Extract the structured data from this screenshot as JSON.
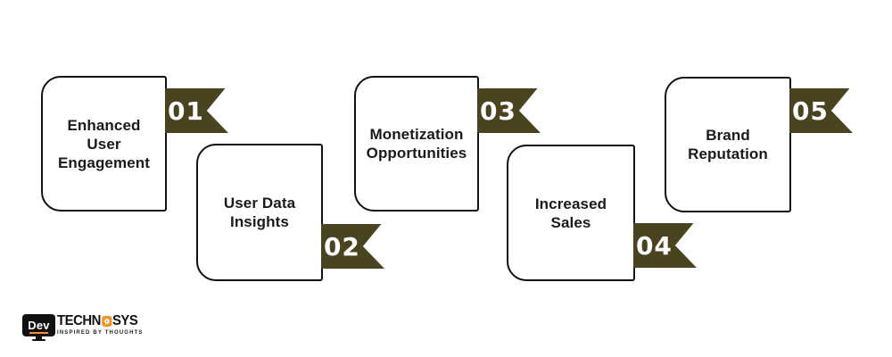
{
  "steps": [
    {
      "number": "01",
      "lines": [
        "Enhanced",
        "User",
        "Engagement"
      ]
    },
    {
      "number": "02",
      "lines": [
        "User Data",
        "Insights"
      ]
    },
    {
      "number": "03",
      "lines": [
        "Monetization",
        "Opportunities"
      ]
    },
    {
      "number": "04",
      "lines": [
        "Increased",
        "Sales"
      ]
    },
    {
      "number": "05",
      "lines": [
        "Brand",
        "Reputation"
      ]
    }
  ],
  "colors": {
    "ribbon": "#4A431F",
    "card_border": "#111111",
    "card_bg": "#FFFFFF",
    "number_text": "#FFFFFF",
    "label_text": "#1A1A1A",
    "logo_orange": "#F7941E",
    "logo_dark": "#111111"
  },
  "logo": {
    "monitor_text": "Dev",
    "brand_left": "TECHN",
    "brand_right": "SYS",
    "tagline": "INSPIRED BY THOUGHTS",
    "gear_icon": "gear-icon"
  }
}
